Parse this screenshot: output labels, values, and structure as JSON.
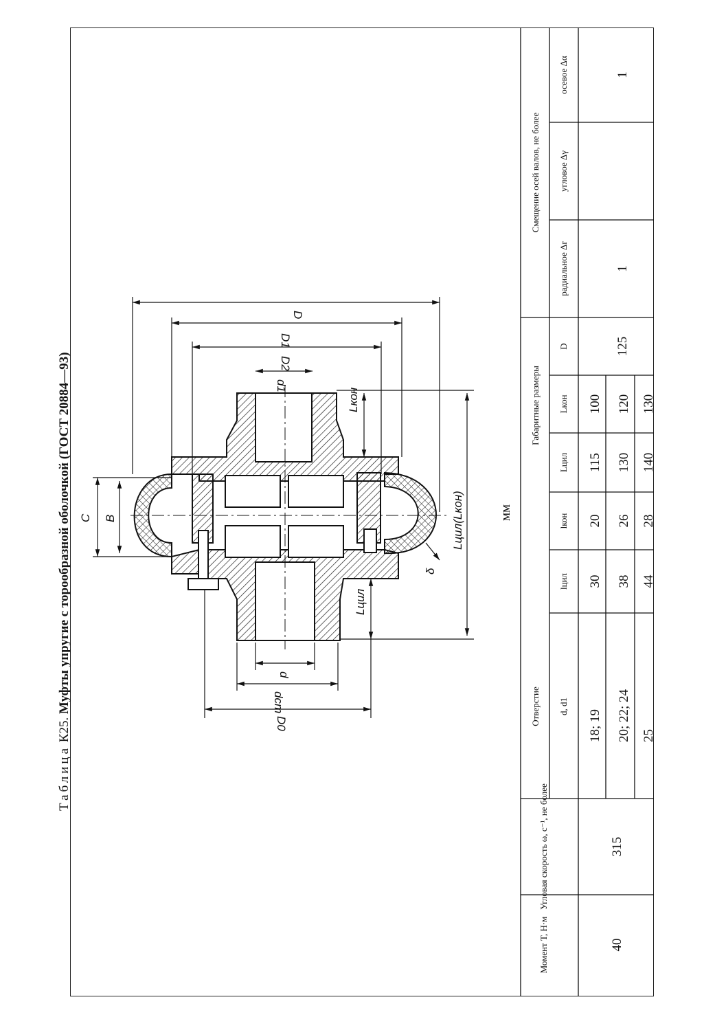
{
  "caption": {
    "prefix": "Таблица",
    "number": "К25.",
    "title": "Муфты упругие с торообразной оболочкой (ГОСТ 20884—93)"
  },
  "drawing": {
    "unit": "мм",
    "labels": {
      "D": "D",
      "D1": "D1",
      "D2": "D2",
      "d1": "d1",
      "L_kon": "Lкон",
      "L_cyl_kon": "Lцил(Lкон)",
      "C": "C",
      "B": "B",
      "delta": "δ",
      "L_cyl": "Lцил",
      "d": "d",
      "d_st": "dст",
      "D0": "D0"
    }
  },
  "table": {
    "headers": {
      "moment": "Момент T, Н·м",
      "speed": "Угловая скорость ω, с⁻¹, не более",
      "bore_group": "Отверстие",
      "bore_d": "d, d1",
      "bore_lcyl": "lцил",
      "bore_lkon": "lкон",
      "dims_group": "Габаритные размеры",
      "dims_Lcyl": "Lцил",
      "dims_Lkon": "Lкон",
      "dims_D": "D",
      "shift_group": "Смещение осей валов, не более",
      "shift_radial": "радиальное Δr",
      "shift_angular": "угловое Δγ",
      "shift_axial": "осевое Δα"
    },
    "moment": "40",
    "speed": "315",
    "rows": [
      {
        "d": "18; 19",
        "lcyl": "30",
        "lkon": "20",
        "Lcyl": "115",
        "Lkon": "100"
      },
      {
        "d": "20; 22; 24",
        "lcyl": "38",
        "lkon": "26",
        "Lcyl": "130",
        "Lkon": "120"
      },
      {
        "d": "25",
        "lcyl": "44",
        "lkon": "28",
        "Lcyl": "140",
        "Lkon": "130"
      }
    ],
    "D": "125",
    "radial": "1",
    "angular": "",
    "axial": "1"
  }
}
